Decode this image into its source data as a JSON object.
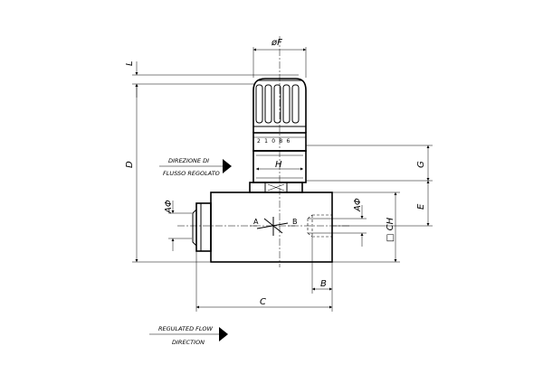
{
  "dimensions": {
    "F": "øF",
    "L": "L",
    "D": "D",
    "H": "H",
    "G": "G",
    "E": "E",
    "A_left": "AΦ",
    "A_right": "AΦ",
    "CH": "□ CH",
    "B": "B",
    "C": "C"
  },
  "ports": {
    "a": "A",
    "b": "B"
  },
  "dial_marks": "2 1 0 8 6",
  "flow_note_it": {
    "line1": "DIREZIONE DI",
    "line2": "FLUSSO REGOLATO"
  },
  "flow_note_en": {
    "line1": "REGULATED FLOW",
    "line2": "DIRECTION"
  }
}
